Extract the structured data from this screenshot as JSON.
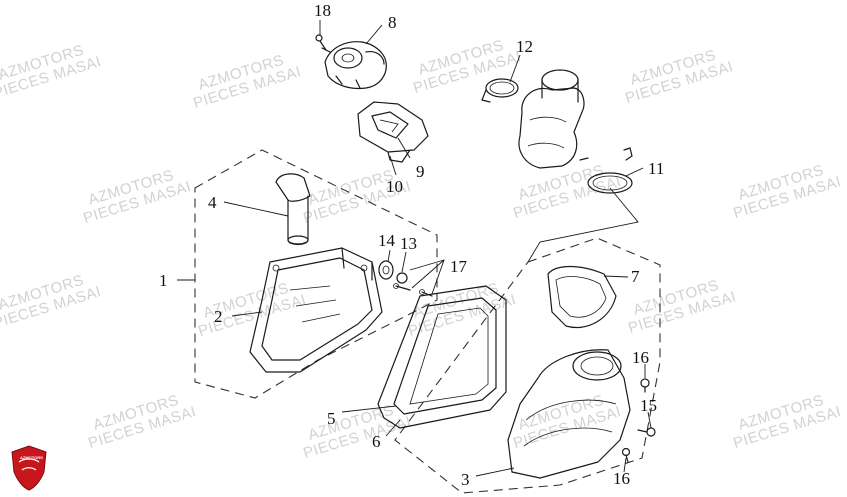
{
  "watermark": {
    "line1": "AZMOTORS",
    "line2": "PIECES MASAI"
  },
  "logo": {
    "text": "AZMOTORS"
  },
  "part_labels": {
    "p1": "1",
    "p2": "2",
    "p3": "3",
    "p4": "4",
    "p5": "5",
    "p6": "6",
    "p7": "7",
    "p8": "8",
    "p9": "9",
    "p10": "10",
    "p11": "11",
    "p12": "12",
    "p13": "13",
    "p14": "14",
    "p15": "15",
    "p16a": "16",
    "p16b": "16",
    "p17": "17",
    "p18": "18"
  },
  "colors": {
    "line": "#1a1a1a",
    "watermark": "#d2d2d2",
    "logo_red": "#c8161d"
  }
}
